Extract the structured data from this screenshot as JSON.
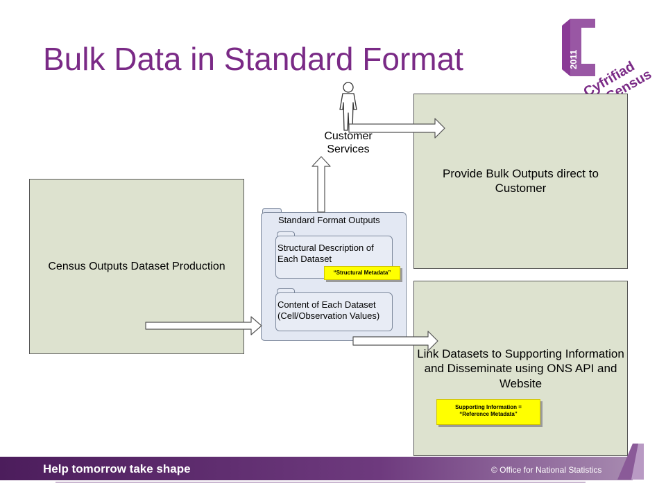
{
  "slide": {
    "title": "Bulk Data in Standard Format"
  },
  "logo": {
    "year": "2011",
    "line1": "Cyfrifiad",
    "line2": "Census"
  },
  "diagram": {
    "production_box": "Census Outputs Dataset Production",
    "customer_services": "Customer\nServices",
    "bulk_box": "Provide Bulk Outputs direct to Customer",
    "link_box": "Link Datasets to Supporting Information and Disseminate using ONS API and Website",
    "folder_title": "Standard Format Outputs",
    "structural_folder": "Structural Description of\nEach Dataset",
    "structural_note": "“Structural Metadata”",
    "content_folder": "Content of Each Dataset\n(Cell/Observation Values)",
    "reference_note": "Supporting Information =\n“Reference Metadata”"
  },
  "footer": {
    "tagline": "Help tomorrow take shape",
    "copyright": "© Office for National Statistics"
  },
  "colors": {
    "title": "#7a2a86",
    "box_fill": "#dde2cf",
    "folder_fill": "#e3e8f3",
    "note_fill": "#ffff00",
    "footer": "#5a2a6b"
  }
}
